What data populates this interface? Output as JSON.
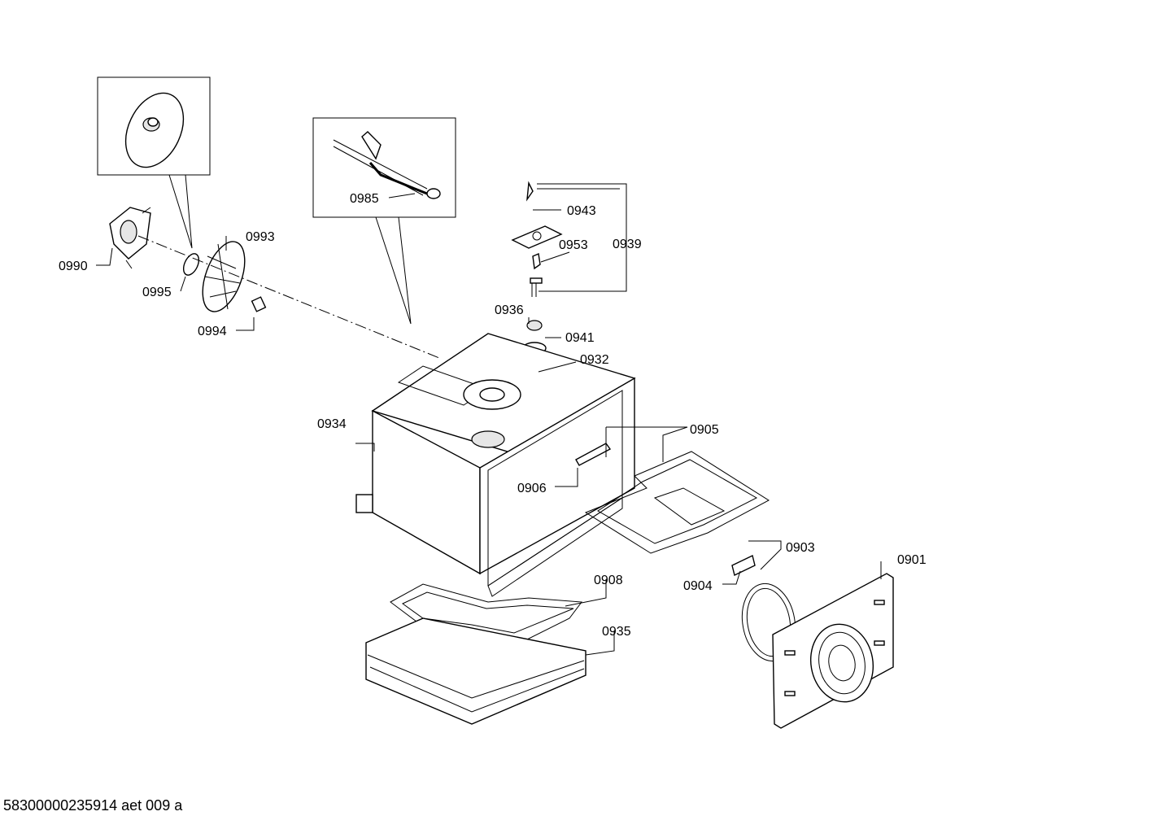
{
  "callouts": [
    {
      "id": "0990",
      "text": "0990"
    },
    {
      "id": "0995",
      "text": "0995"
    },
    {
      "id": "0993",
      "text": "0993"
    },
    {
      "id": "0994",
      "text": "0994"
    },
    {
      "id": "0985",
      "text": "0985"
    },
    {
      "id": "0943",
      "text": "0943"
    },
    {
      "id": "0953",
      "text": "0953"
    },
    {
      "id": "0939",
      "text": "0939"
    },
    {
      "id": "0936",
      "text": "0936"
    },
    {
      "id": "0941",
      "text": "0941"
    },
    {
      "id": "0932",
      "text": "0932"
    },
    {
      "id": "0934",
      "text": "0934"
    },
    {
      "id": "0905",
      "text": "0905"
    },
    {
      "id": "0906",
      "text": "0906"
    },
    {
      "id": "0903",
      "text": "0903"
    },
    {
      "id": "0901",
      "text": "0901"
    },
    {
      "id": "0904",
      "text": "0904"
    },
    {
      "id": "0908",
      "text": "0908"
    },
    {
      "id": "0935",
      "text": "0935"
    }
  ],
  "footer": {
    "doc_id": "58300000235914 aet 009 a"
  }
}
